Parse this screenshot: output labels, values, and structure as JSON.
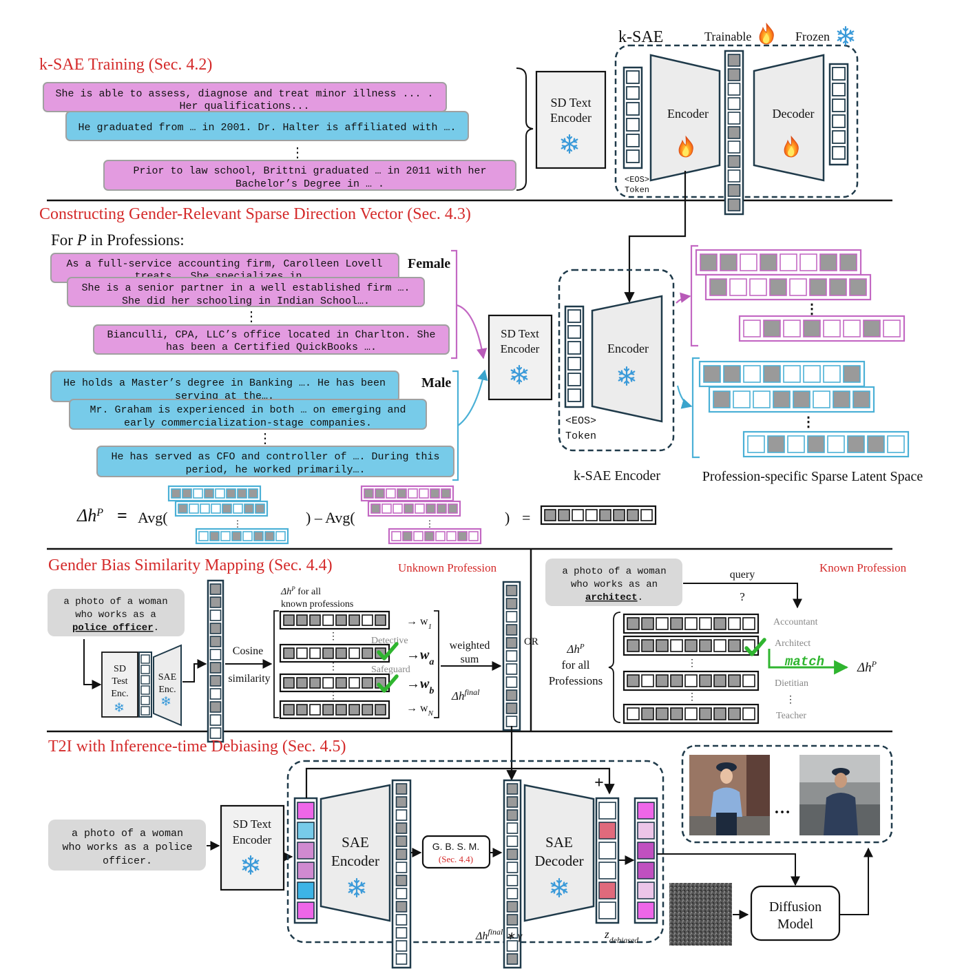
{
  "sections": {
    "s1_title": "k-SAE Training (Sec. 4.2)",
    "s2_title": "Constructing Gender-Relevant Sparse Direction Vector (Sec. 4.3)",
    "s3_title": "Gender Bias Similarity Mapping (Sec. 4.4)",
    "s4_title": "T2I with Inference-time Debiasing (Sec. 4.5)"
  },
  "s1": {
    "ksae_label": "k-SAE",
    "trainable": "Trainable",
    "frozen": "Frozen",
    "sd_text_1": "SD Text",
    "sd_text_2": "Encoder",
    "encoder": "Encoder",
    "decoder": "Decoder",
    "eos_1": "<EOS>",
    "eos_2": "Token",
    "dots": "⋮",
    "texts": [
      {
        "l1": "She is able to assess, diagnose and treat minor illness ... .",
        "l2": "Her qualifications..."
      },
      {
        "l1": "He graduated from … in 2001. Dr. Halter is affiliated with ….",
        "l2": ""
      },
      {
        "l1": "Prior to law school, Brittni graduated … in 2011 with her",
        "l2": "Bachelor’s Degree in … ."
      }
    ]
  },
  "s2": {
    "for_p": "For P in Professions:",
    "female": "Female",
    "male": "Male",
    "dots": "⋮",
    "female_texts": [
      {
        "l1": "As a full-service accounting firm, Carolleen Lovell",
        "l2": "treats … She specializes in …"
      },
      {
        "l1": "She is a senior partner in a well established firm ….",
        "l2": "She did her schooling in Indian School…."
      },
      {
        "l1": "Bianculli, CPA, LLC’s office located in Charlton. She",
        "l2": "has been a Certified QuickBooks …."
      }
    ],
    "male_texts": [
      {
        "l1": "He holds a Master’s degree in Banking …. He has been",
        "l2": "serving at the…."
      },
      {
        "l1": "Mr. Graham is experienced in both … on emerging and",
        "l2": "early commercialization-stage companies."
      },
      {
        "l1": "He has served as CFO and controller of …. During this",
        "l2": "period, he worked primarily…."
      }
    ],
    "sd_text_1": "SD Text",
    "sd_text_2": "Encoder",
    "encoder": "Encoder",
    "eos_1": "<EOS>",
    "eos_2": "Token",
    "ksae_encoder": "k-SAE Encoder",
    "latent_space": "Profession-specific Sparse Latent Space",
    "formula": {
      "lhs": "Δh",
      "sup": "P",
      "eq": "=",
      "avg1": "Avg(",
      "mid": ") – Avg(",
      "close": ")",
      "eq2": "="
    }
  },
  "s3": {
    "unknown": "Unknown Profession",
    "known": "Known Profession",
    "prompt_l1": "a photo of a woman",
    "prompt_l2": "who works as a",
    "prompt_l3": "police officer",
    "prompt_l3_end": ".",
    "sd": "SD",
    "test": "Test",
    "enc": "Enc.",
    "sae": "SAE",
    "sae_enc": "Enc.",
    "cosine": "Cosine",
    "similarity": "similarity",
    "dh_all_1": "Δh",
    "dh_all_sup": "P",
    "dh_all_2": " for all",
    "dh_all_3": "known professions",
    "detective": "Detective",
    "safeguard": "Safeguard",
    "w1": "→ w",
    "w1_sub": "1",
    "wa": "→w",
    "wa_sub": "a",
    "wb": "→w",
    "wb_sub": "b",
    "wn": "→ w",
    "wn_sub": "N",
    "weighted": "weighted",
    "sum": "sum",
    "dh_final": "Δh",
    "final_sup": "final",
    "or": "OR",
    "kp_prompt_l1": "a photo of a woman",
    "kp_prompt_l2": "who works as an",
    "kp_prompt_l3": "architect",
    "kp_prompt_l3_end": ".",
    "query": "query",
    "question": "?",
    "dh_prof_1": "Δh",
    "dh_prof_sup": "P",
    "dh_prof_2": "for all",
    "dh_prof_3": "Professions",
    "accountant": "Accountant",
    "architect": "Architect",
    "dietitian": "Dietitian",
    "teacher": "Teacher",
    "match": "match",
    "dh_out": "Δh",
    "dh_out_sup": "P",
    "dots": "⋮"
  },
  "s4": {
    "prompt_l1": "a photo of a woman",
    "prompt_l2": "who works as a police",
    "prompt_l3": "officer.",
    "sd_text_1": "SD Text",
    "sd_text_2": "Encoder",
    "sae_enc_1": "SAE",
    "sae_enc_2": "Encoder",
    "gbsm": "G. B. S. M.",
    "gbsm_ref": "(Sec. 4.4)",
    "sae_dec_1": "SAE",
    "sae_dec_2": "Decoder",
    "plus": "+",
    "dh_gamma": "Δh",
    "dh_gamma_sup": "final",
    "dh_gamma_tail": " ∗ γ",
    "z": "z",
    "z_sub": "debiased",
    "diffusion_1": "Diffusion",
    "diffusion_2": "Model",
    "ellipsis": "…"
  },
  "colors": {
    "red": "#d42a2a",
    "pink": "#e39be0",
    "pink_border": "#b85ab8",
    "blue": "#77cbe9",
    "blue_border": "#3aa4cc",
    "dark_navy": "#1f3a4a",
    "grey_cell": "#9a9a9a",
    "green": "#2fb52f"
  }
}
